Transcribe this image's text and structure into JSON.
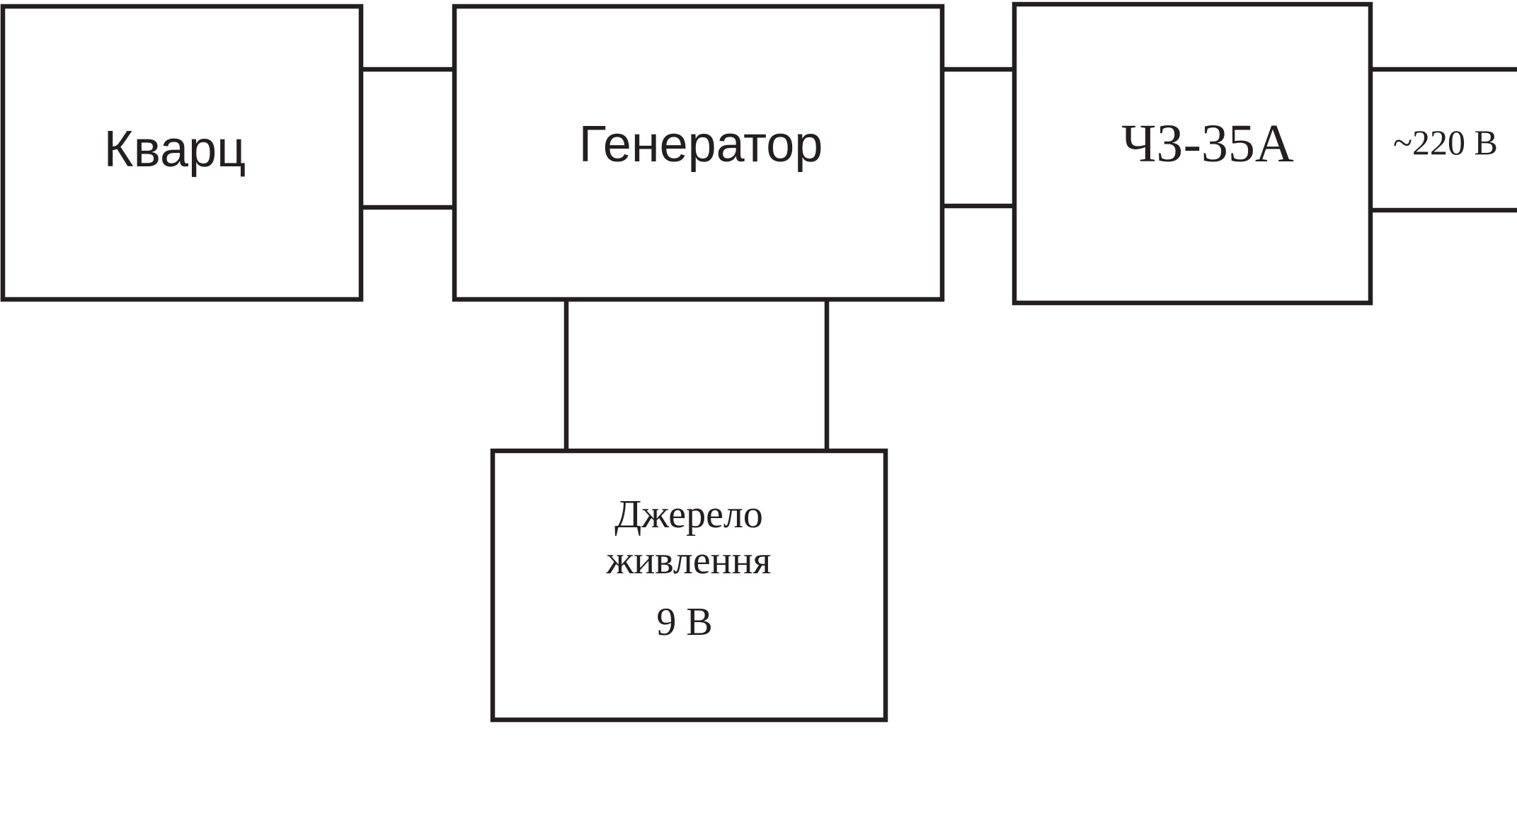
{
  "blocks": {
    "quartz": "Кварц",
    "generator": "Генератор",
    "frequency_meter": "ЧЗ-35А",
    "power_supply": {
      "line1": "Джерело",
      "line2": "живлення",
      "line3": "9 В"
    }
  },
  "output_label": "~220 В",
  "colors": {
    "stroke": "#231f20",
    "background": "#ffffff"
  }
}
